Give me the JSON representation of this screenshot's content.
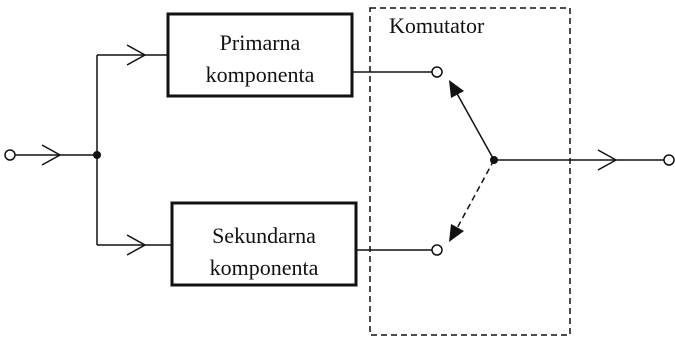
{
  "primary": {
    "line1": "Primarna",
    "line2": "komponenta"
  },
  "secondary": {
    "line1": "Sekundarna",
    "line2": "komponenta"
  },
  "switch": {
    "label": "Komutator"
  }
}
